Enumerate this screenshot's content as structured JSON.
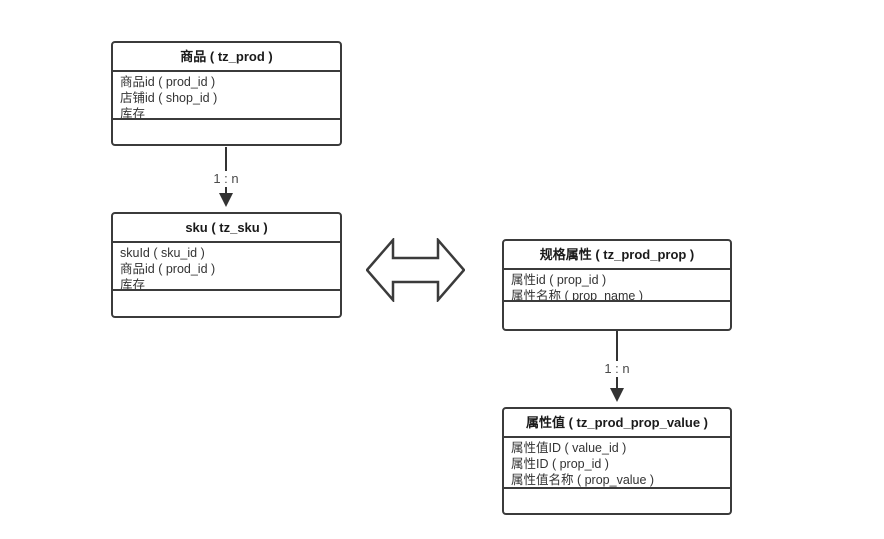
{
  "diagram": {
    "background": "#ffffff",
    "colors": {
      "entity_border": "#3b3b3b",
      "entity_fill": "#ffffff",
      "title_text": "#1a1a1a",
      "field_text": "#333333",
      "connector": "#333333",
      "label_text": "#4a4a4a"
    },
    "entities": [
      {
        "title": "商品 ( tz_prod )",
        "fields": [
          "商品id ( prod_id )",
          "店铺id ( shop_id )",
          "库存"
        ]
      },
      {
        "title": "sku ( tz_sku )",
        "fields": [
          "skuId ( sku_id )",
          "商品id ( prod_id )",
          "库存"
        ]
      },
      {
        "title": "规格属性 ( tz_prod_prop )",
        "fields": [
          "属性id ( prop_id )",
          "属性名称 ( prop_name )"
        ]
      },
      {
        "title": "属性值 ( tz_prod_prop_value )",
        "fields": [
          "属性值ID ( value_id )",
          "属性ID ( prop_id )",
          "属性值名称 ( prop_value )"
        ]
      }
    ],
    "connectors": [
      {
        "label": "1 : n"
      },
      {
        "label": "1 : n"
      }
    ],
    "icons": {
      "relation": "double-headed-horizontal-arrow"
    }
  }
}
